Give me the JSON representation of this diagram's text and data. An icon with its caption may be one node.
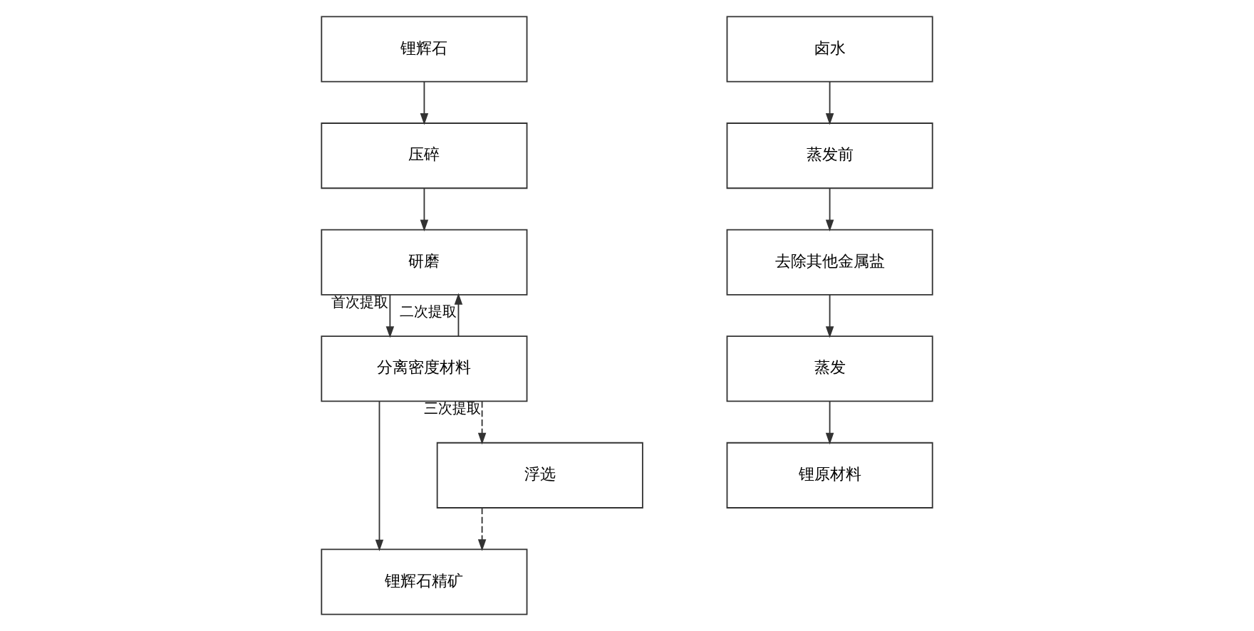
{
  "diagram": {
    "nodes": [
      {
        "text": [
          "锂辉石"
        ]
      },
      {
        "text": [
          "压碎"
        ]
      },
      {
        "text": [
          "研磨"
        ]
      },
      {
        "text": [
          "分离密度材料"
        ]
      },
      {
        "text": [
          "锂辉石精矿"
        ]
      },
      {
        "text": [
          "浮选"
        ]
      },
      {
        "text": [
          "卤水"
        ]
      },
      {
        "text": [
          "蒸发前"
        ]
      },
      {
        "text": [
          "去除其他金属盐"
        ]
      },
      {
        "text": [
          "蒸发"
        ]
      },
      {
        "text": [
          "锂原材料"
        ]
      }
    ],
    "edges": [
      {
        "from": 0,
        "to": 1,
        "arrow": "to"
      },
      {
        "from": 1,
        "to": 2,
        "arrow": "to"
      },
      {
        "from": 2,
        "to": 3,
        "arrow": "to",
        "label": "首次提取"
      },
      {
        "from": 3,
        "to": 2,
        "arrow": "to",
        "label": "二次提取"
      },
      {
        "from": 3,
        "to": 4,
        "arrow": "to"
      },
      {
        "from": 3,
        "to": 5,
        "arrow": "to",
        "label": "三次提取",
        "style": "dashed"
      },
      {
        "from": 5,
        "to": 4,
        "arrow": "to",
        "style": "dashed"
      },
      {
        "from": 6,
        "to": 7,
        "arrow": "to"
      },
      {
        "from": 7,
        "to": 8,
        "arrow": "to"
      },
      {
        "from": 8,
        "to": 9,
        "arrow": "to"
      },
      {
        "from": 9,
        "to": 10,
        "arrow": "to"
      }
    ]
  }
}
